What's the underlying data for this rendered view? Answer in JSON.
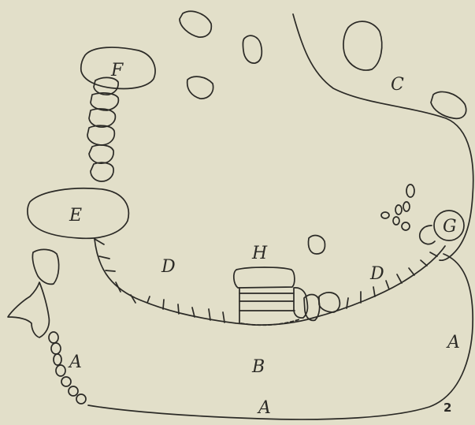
{
  "labels": {
    "a_left": "A",
    "a_bottom": "A",
    "a_right": "A",
    "b": "B",
    "c": "C",
    "d_left": "D",
    "d_right": "D",
    "e": "E",
    "f": "F",
    "g": "G",
    "h": "H"
  },
  "figure_number": "2",
  "colors": {
    "background": "#e2dfc9",
    "ink": "#2b2a26"
  }
}
